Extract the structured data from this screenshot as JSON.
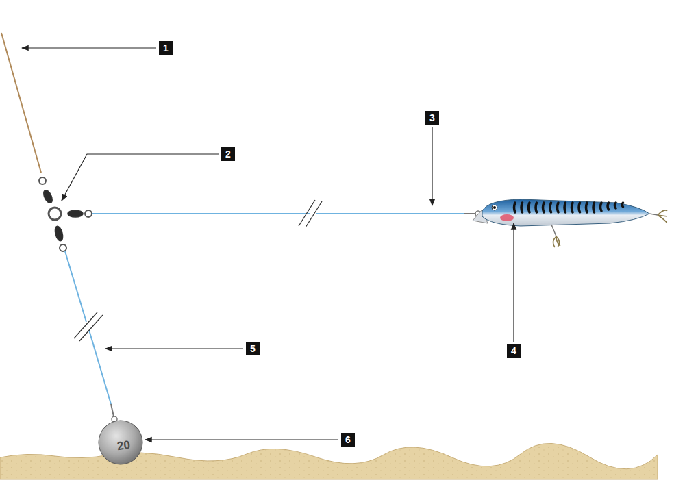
{
  "diagram": {
    "labels": [
      "1",
      "2",
      "3",
      "4",
      "5",
      "6",
      "20"
    ]
  }
}
